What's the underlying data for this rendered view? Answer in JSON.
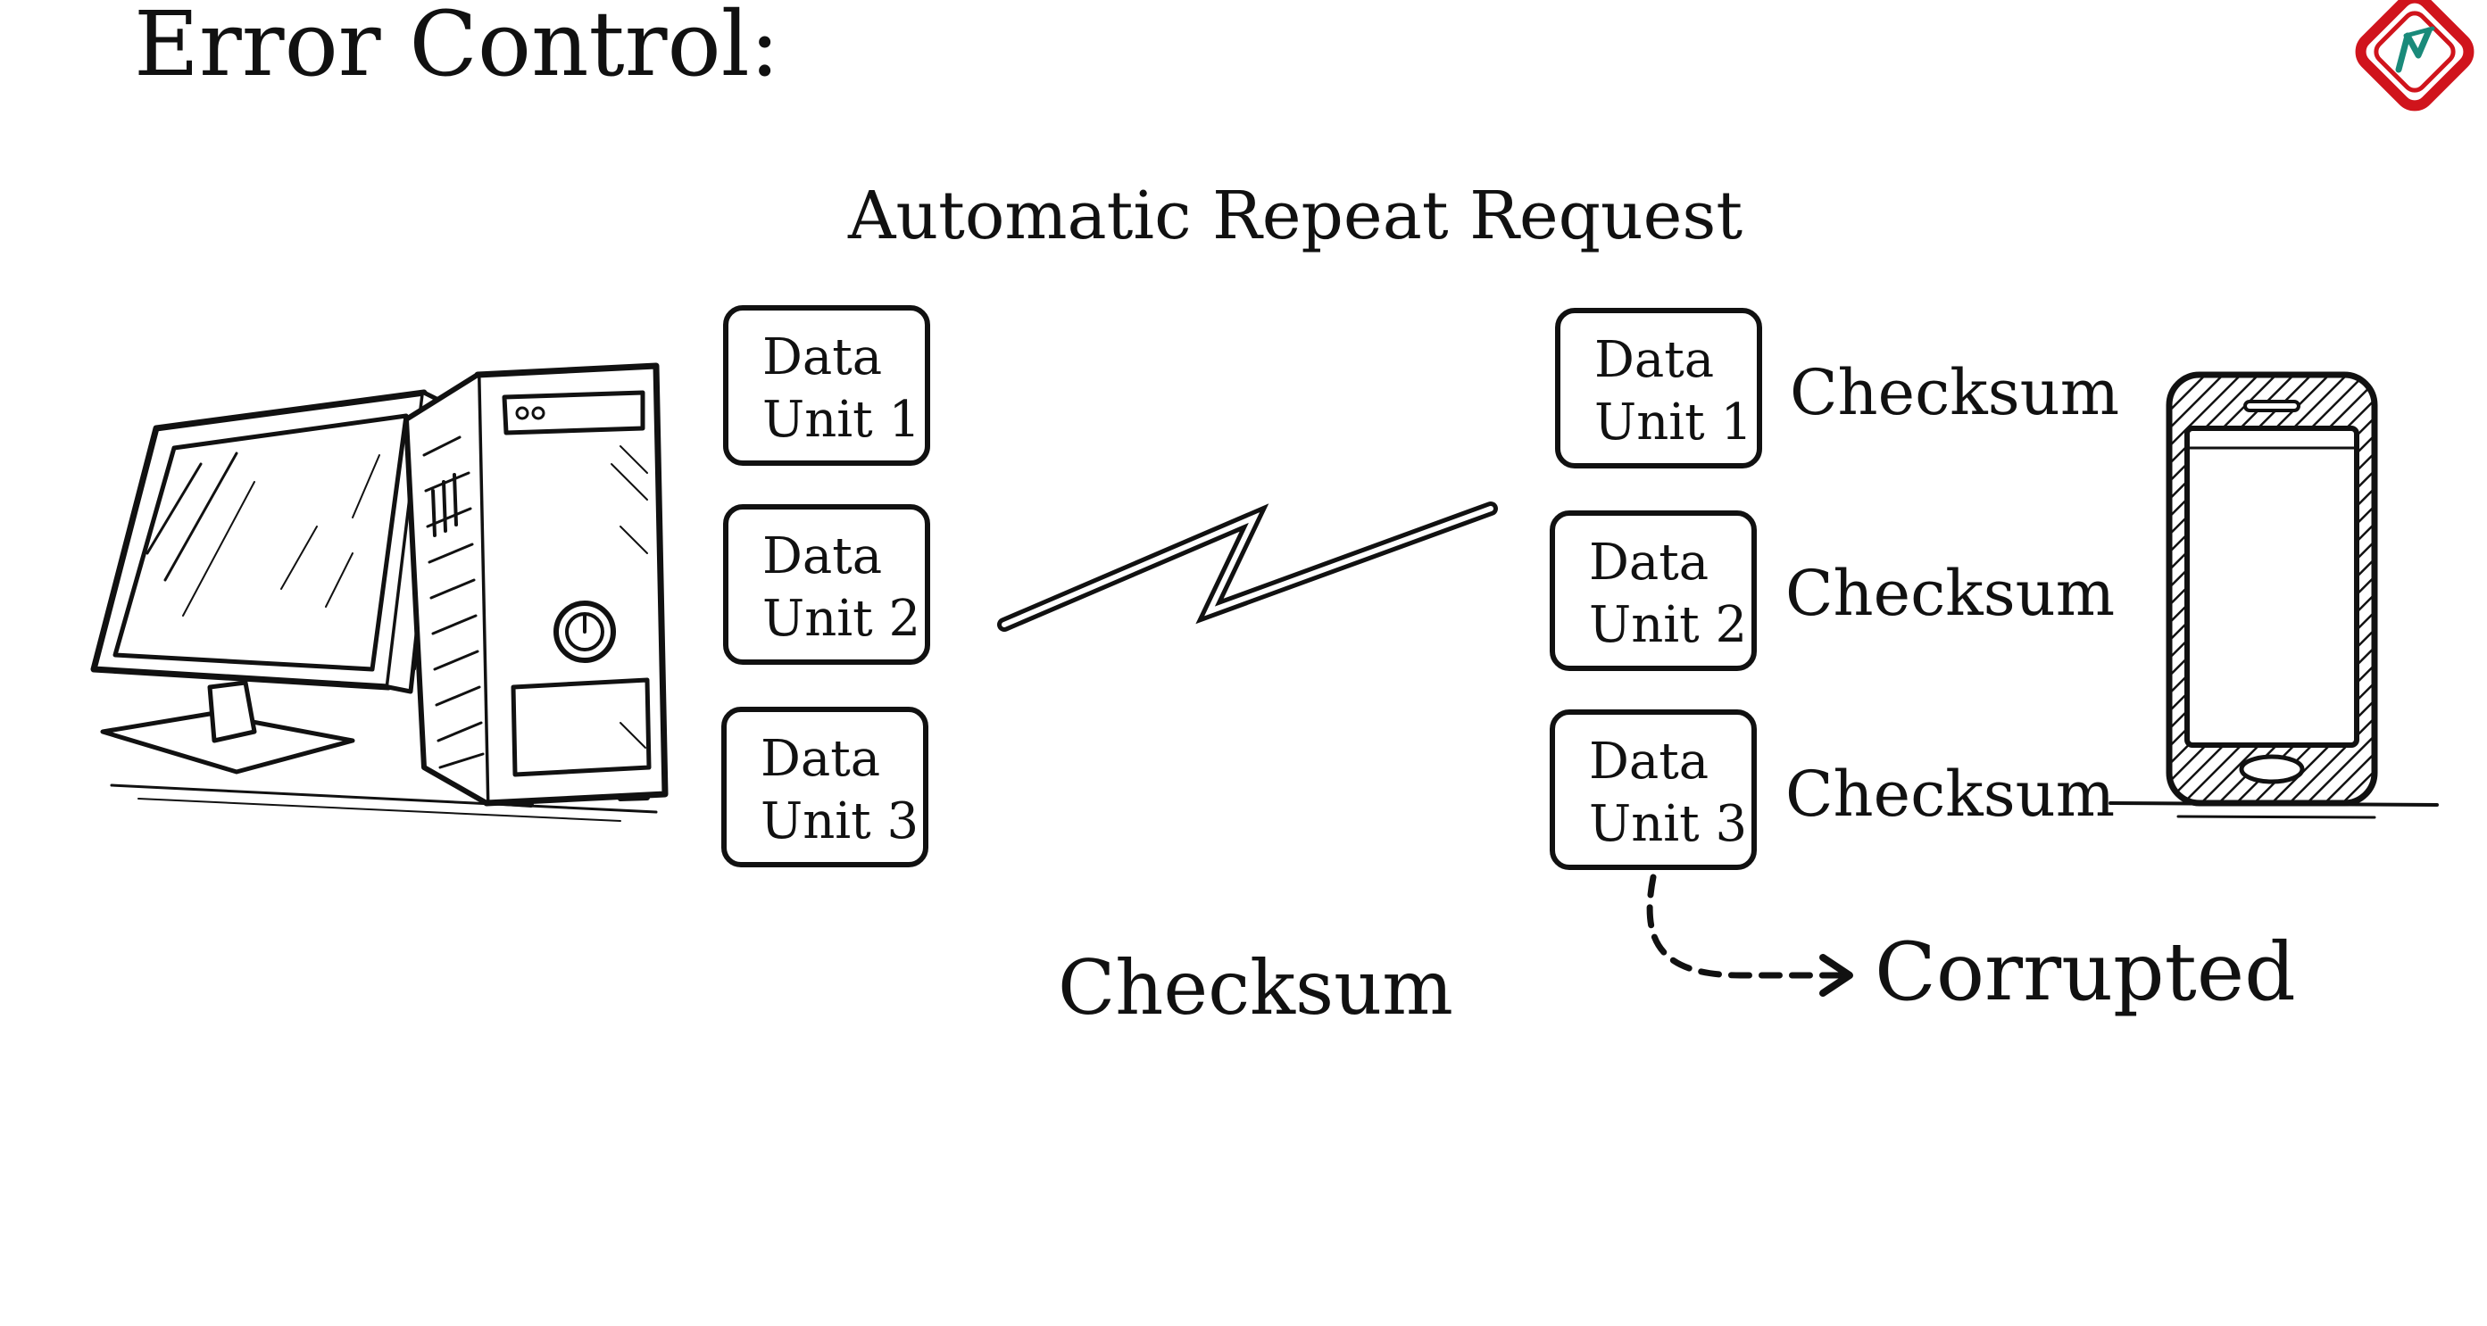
{
  "header": {
    "title": "Error Control:",
    "subtitle": "Automatic Repeat Request"
  },
  "sender": {
    "icon": "desktop-computer-icon",
    "units": [
      {
        "line1": "Data",
        "line2": "Unit 1"
      },
      {
        "line1": "Data",
        "line2": "Unit 2"
      },
      {
        "line1": "Data",
        "line2": "Unit 3"
      }
    ]
  },
  "transmission": {
    "icon": "lightning-link-icon",
    "label": "Checksum"
  },
  "receiver": {
    "icon": "smartphone-icon",
    "units": [
      {
        "line1": "Data",
        "line2": "Unit 1",
        "checksum": "Checksum"
      },
      {
        "line1": "Data",
        "line2": "Unit 2",
        "checksum": "Checksum"
      },
      {
        "line1": "Data",
        "line2": "Unit 3",
        "checksum": "Checksum"
      }
    ],
    "status": "Corrupted"
  },
  "logo": {
    "icon": "channel-logo-icon",
    "colors": {
      "outer": "#d0141c",
      "inner": "#1a8a7a"
    }
  }
}
